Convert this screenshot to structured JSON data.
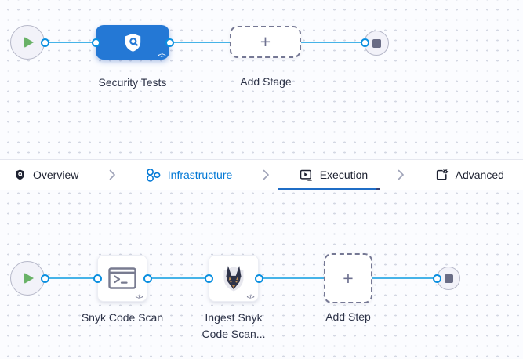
{
  "stage_canvas": {
    "stage": {
      "label": "Security Tests",
      "icon": "shield-scan-icon"
    },
    "add_stage": {
      "label": "Add Stage",
      "icon": "plus-icon"
    }
  },
  "tab_bar": {
    "tabs": [
      {
        "label": "Overview",
        "icon": "shield-icon",
        "state": "default"
      },
      {
        "label": "Infrastructure",
        "icon": "infrastructure-nodes-icon",
        "state": "highlighted-blue"
      },
      {
        "label": "Execution",
        "icon": "run-play-icon",
        "state": "active-underlined"
      },
      {
        "label": "Advanced",
        "icon": "box-gear-icon",
        "state": "default"
      }
    ],
    "separator": "chevron-right"
  },
  "execution_canvas": {
    "steps": [
      {
        "label": "Snyk Code Scan",
        "icon": "terminal-icon"
      },
      {
        "label": "Ingest Snyk Code Scan...",
        "icon": "snyk-dog-icon"
      }
    ],
    "add_step": {
      "label": "Add Step",
      "icon": "plus-icon"
    }
  },
  "glyphs": {
    "code": "</>",
    "plus": "+"
  },
  "colors": {
    "stage_blue": "#2478d5",
    "flow_line_blue": "#45b3e8",
    "connector_ring_blue": "#0a8fe0",
    "active_tab_underline": "#1f6dc6",
    "link_blue": "#0278d5",
    "play_green": "#69b267",
    "slate_gray": "#696c85",
    "canvas_bg": "#fbfcff"
  }
}
